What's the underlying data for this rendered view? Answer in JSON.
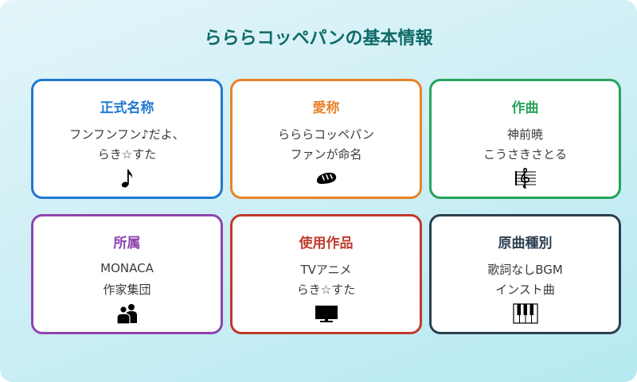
{
  "header": {
    "title": "らららコッペパンの基本情報"
  },
  "cards": [
    {
      "title": "正式名称",
      "lines": [
        "フンフンフン♪だよ、",
        "らき☆すた"
      ],
      "icon": "music-note-icon",
      "color": "#1e78d2"
    },
    {
      "title": "愛称",
      "lines": [
        "らららコッペパン",
        "ファンが命名"
      ],
      "icon": "bread-icon",
      "color": "#e8832a"
    },
    {
      "title": "作曲",
      "lines": [
        "神前暁",
        "こうさきさとる"
      ],
      "icon": "treble-clef-icon",
      "color": "#27a35a"
    },
    {
      "title": "所属",
      "lines": [
        "MONACA",
        "作家集団"
      ],
      "icon": "people-icon",
      "color": "#8e44ad"
    },
    {
      "title": "使用作品",
      "lines": [
        "TVアニメ",
        "らき☆すた"
      ],
      "icon": "tv-icon",
      "color": "#c0392b"
    },
    {
      "title": "原曲種別",
      "lines": [
        "歌詞なしBGM",
        "インスト曲"
      ],
      "icon": "piano-keys-icon",
      "color": "#2c3e50"
    }
  ]
}
